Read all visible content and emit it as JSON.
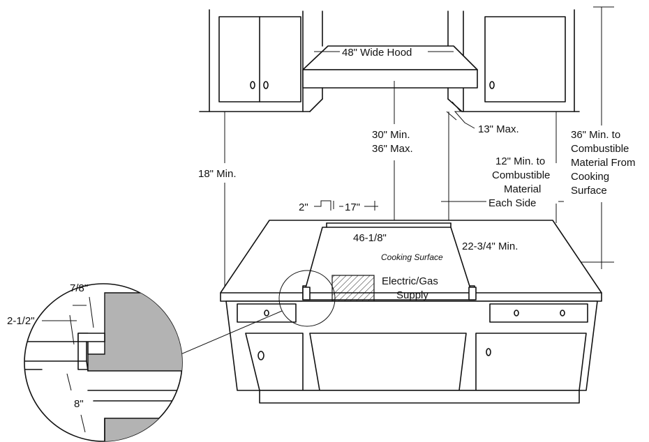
{
  "labels": {
    "hood_width": "48\" Wide Hood",
    "hood_height_min": "30\" Min.",
    "hood_height_max": "36\" Max.",
    "cabinet_depth_max": "13\" Max.",
    "side_clearance_lines": [
      "12\" Min. to",
      "Combustible",
      "Material",
      "Each Side"
    ],
    "top_clearance_lines": [
      "36\" Min. to",
      "Combustible",
      "Material From",
      "Cooking",
      "Surface"
    ],
    "counter_clearance": "18\" Min.",
    "edge_offset": "2\"",
    "center_offset": "17\"",
    "cooktop_width": "46-1/8\"",
    "cooktop_depth": "22-3/4\" Min.",
    "cooking_surface": "Cooking Surface",
    "supply_lines": [
      "Electric/Gas",
      "Supply"
    ],
    "detail_a": "7/8\"",
    "detail_b": "2-1/2\"",
    "detail_c": "8\""
  }
}
